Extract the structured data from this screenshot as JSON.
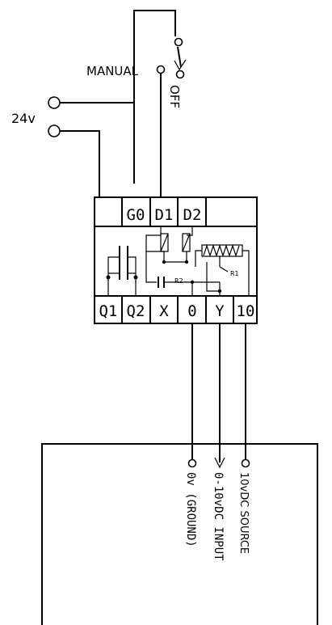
{
  "labels": {
    "manual": "MANUAL",
    "off": "OFF",
    "supply": "24v",
    "r1": "R1",
    "r2": "R2",
    "ground": "0v (GROUND)",
    "input": "0-10vDC INPUT",
    "source": "10vDC SOURCE"
  },
  "terminals_top": [
    "G0",
    "D1",
    "D2"
  ],
  "terminals_bottom": [
    "Q1",
    "Q2",
    "X",
    "0",
    "Y",
    "10"
  ]
}
